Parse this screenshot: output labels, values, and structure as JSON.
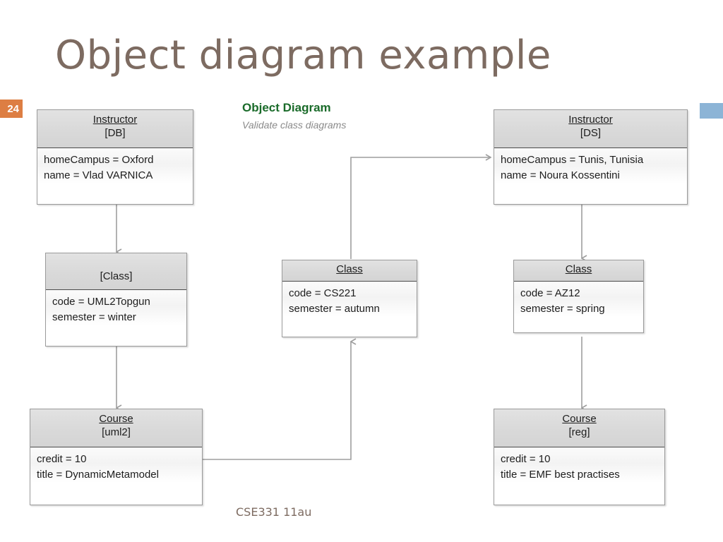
{
  "slide": {
    "title": "Object diagram example",
    "number": "24",
    "footer": "CSE331 11au"
  },
  "diagram": {
    "caption_title": "Object Diagram",
    "caption_subtitle": "Validate class diagrams",
    "accent_green": "#1a6b2a",
    "accent_orange": "#dd7e43",
    "accent_blue": "#8cb4d6",
    "title_brown": "#7d6b61",
    "connector_gray": "#9e9e9e"
  },
  "objects": [
    {
      "id": "instructor-db",
      "name": "Instructor",
      "instance": "[DB]",
      "attributes": [
        "homeCampus = Oxford",
        "name = Vlad VARNICA"
      ]
    },
    {
      "id": "class-uml2topgun",
      "name": "",
      "instance": "[Class]",
      "attributes": [
        "code = UML2Topgun",
        "semester = winter"
      ]
    },
    {
      "id": "course-uml2",
      "name": "Course",
      "instance": "[uml2]",
      "attributes": [
        "credit = 10",
        "title = DynamicMetamodel"
      ]
    },
    {
      "id": "class-cs221",
      "name": "Class",
      "instance": "",
      "attributes": [
        "code = CS221",
        "semester = autumn"
      ]
    },
    {
      "id": "instructor-ds",
      "name": "Instructor",
      "instance": "[DS]",
      "attributes": [
        "homeCampus = Tunis, Tunisia",
        "name = Noura Kossentini"
      ]
    },
    {
      "id": "class-az12",
      "name": "Class",
      "instance": "",
      "attributes": [
        "code = AZ12",
        "semester = spring"
      ]
    },
    {
      "id": "course-reg",
      "name": "Course",
      "instance": "[reg]",
      "attributes": [
        "credit = 10",
        "title = EMF best practises"
      ]
    }
  ],
  "links": [
    {
      "from": "instructor-db",
      "to": "class-uml2topgun"
    },
    {
      "from": "class-uml2topgun",
      "to": "course-uml2"
    },
    {
      "from": "course-uml2",
      "to": "class-cs221"
    },
    {
      "from": "class-cs221",
      "to": "instructor-ds"
    },
    {
      "from": "instructor-ds",
      "to": "class-az12"
    },
    {
      "from": "class-az12",
      "to": "course-reg"
    }
  ]
}
